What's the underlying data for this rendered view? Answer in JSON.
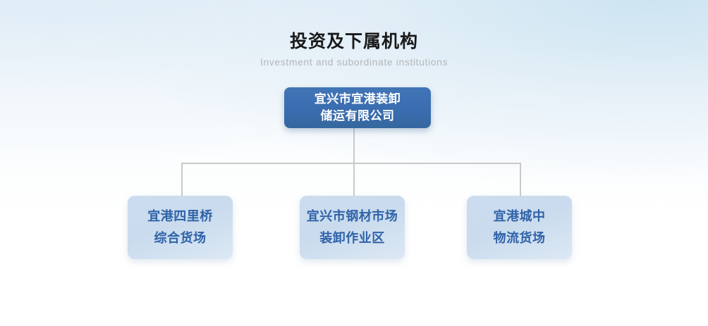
{
  "heading": {
    "title_cn": "投资及下属机构",
    "title_en": "Investment and subordinate institutions"
  },
  "colors": {
    "root_fill": "#3d72b4",
    "root_text": "#ffffff",
    "child_fill": "#c9dcee",
    "child_text": "#2f62a8",
    "connector": "#c9c9c9",
    "title_text": "#1a1a1a",
    "subtitle_text": "#b4b7ba",
    "background_top": "#e8f2f9",
    "background_bottom": "#ffffff"
  },
  "org_chart": {
    "root": {
      "id": "root",
      "line1": "宜兴市宜港装卸",
      "line2": "储运有限公司",
      "full_name": "宜兴市宜港装卸储运有限公司"
    },
    "children": [
      {
        "id": "child-0",
        "line1": "宜港四里桥",
        "line2": "综合货场",
        "full_name": "宜港四里桥综合货场"
      },
      {
        "id": "child-1",
        "line1": "宜兴市钢材市场",
        "line2": "装卸作业区",
        "full_name": "宜兴市钢材市场装卸作业区"
      },
      {
        "id": "child-2",
        "line1": "宜港城中",
        "line2": "物流货场",
        "full_name": "宜港城中物流货场"
      }
    ]
  }
}
